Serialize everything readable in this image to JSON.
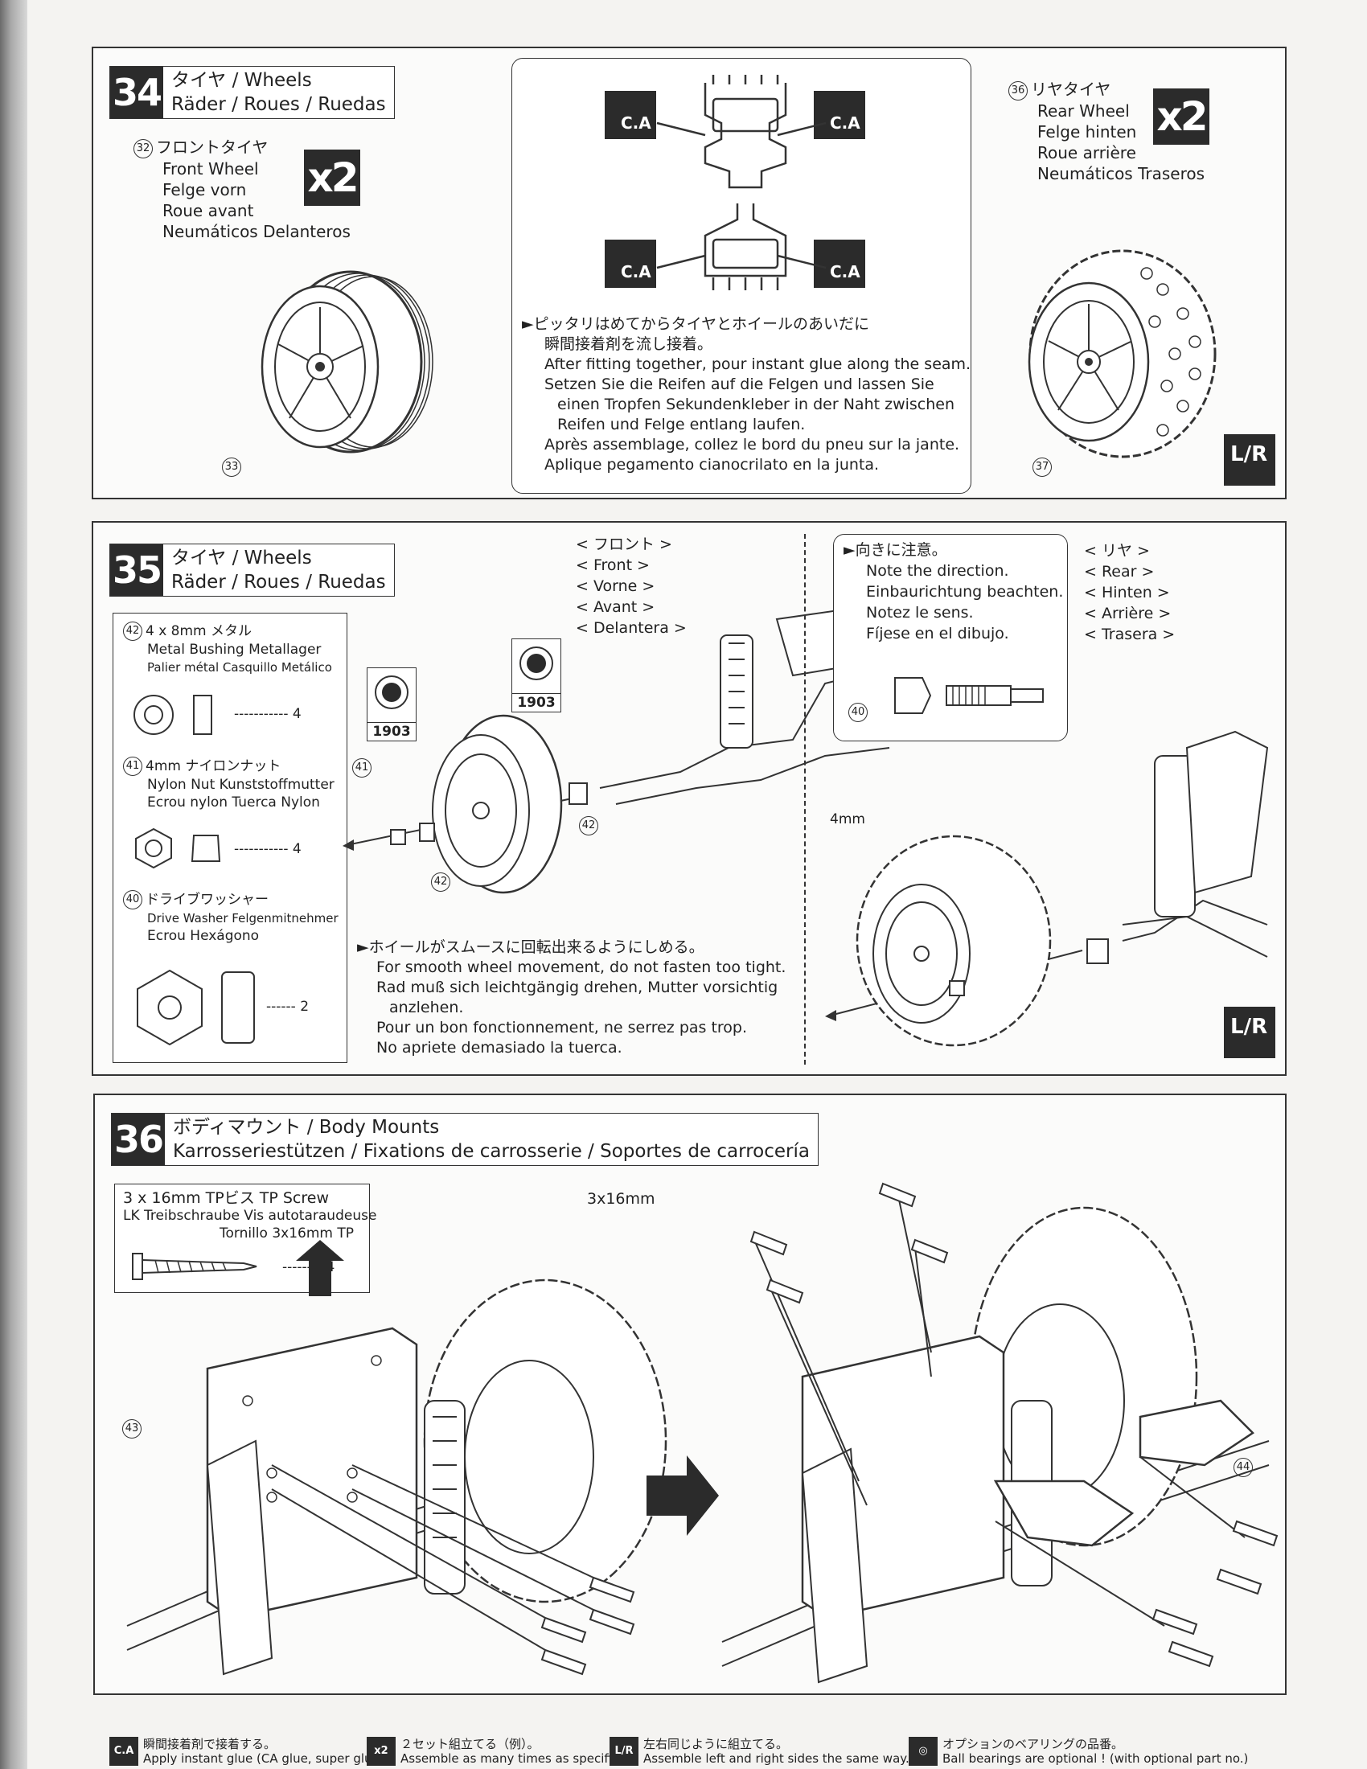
{
  "step34": {
    "num": "34",
    "title_line1": "タイヤ / Wheels",
    "title_line2": "Räder / Roues / Ruedas",
    "front": {
      "ref": "32",
      "lines": [
        "フロントタイヤ",
        "Front Wheel",
        "Felge vorn",
        "Roue avant",
        "Neumáticos Delanteros"
      ],
      "count": "x2",
      "rim_ref": "33"
    },
    "ca_label": "C.A",
    "instruction": [
      "►ピッタリはめてからタイヤとホイールのあいだに",
      "瞬間接着剤を流し接着。",
      "After fitting together, pour instant glue along the seam.",
      "Setzen Sie die Reifen auf die Felgen und lassen Sie",
      "einen Tropfen Sekundenkleber in der Naht zwischen",
      "Reifen und Felge entlang laufen.",
      "Après assemblage, collez le bord du pneu sur la jante.",
      "Aplique pegamento cianocrilato en la junta."
    ],
    "rear": {
      "ref": "36",
      "lines": [
        "リヤタイヤ",
        "Rear Wheel",
        "Felge hinten",
        "Roue arrière",
        "Neumáticos Traseros"
      ],
      "count": "x2",
      "rim_ref": "37"
    },
    "lr": "L/R"
  },
  "step35": {
    "num": "35",
    "title_line1": "タイヤ / Wheels",
    "title_line2": "Räder / Roues / Ruedas",
    "parts": [
      {
        "ref": "42",
        "lines": [
          "4 x 8mm メタル",
          "Metal Bushing   Metallager",
          "Palier métal   Casquillo Metálico"
        ],
        "qty": "4"
      },
      {
        "ref": "41",
        "lines": [
          "4mm ナイロンナット",
          "Nylon Nut   Kunststoffmutter",
          "Ecrou nylon   Tuerca Nylon"
        ],
        "qty": "4"
      },
      {
        "ref": "40",
        "lines": [
          "ドライブワッシャー",
          "Drive Washer   Felgenmitnehmer",
          "Ecrou   Hexágono"
        ],
        "qty": "2"
      }
    ],
    "front_labels": [
      "< フロント >",
      "< Front >",
      "< Vorne >",
      "< Avant >",
      "< Delantera >"
    ],
    "rear_labels": [
      "< リヤ >",
      "< Rear >",
      "< Hinten >",
      "< Arrière >",
      "< Trasera >"
    ],
    "bearing": "1903",
    "callout_refs": {
      "nut": "41",
      "bushing_inner": "42",
      "bushing_outer": "42",
      "washer": "40"
    },
    "direction_note": [
      "►向きに注意。",
      "Note the direction.",
      "Einbaurichtung beachten.",
      "Notez le sens.",
      "Fíjese en el dibujo."
    ],
    "size_label": "4mm",
    "instruction": [
      "►ホイールがスムースに回転出来るようにしめる。",
      "For smooth wheel movement, do not fasten too tight.",
      "Rad muß sich leichtgängig drehen, Mutter vorsichtig",
      "anzlehen.",
      "Pour un bon fonctionnement, ne serrez pas trop.",
      "No apriete demasiado la tuerca."
    ],
    "lr": "L/R"
  },
  "step36": {
    "num": "36",
    "title_line1": "ボディマウント / Body Mounts",
    "title_line2": "Karrosseriestützen / Fixations de carrosserie / Soportes de carrocería",
    "part": {
      "lines": [
        "3 x 16mm TPビス   TP Screw",
        "LK Treibschraube  Vis autotaraudeuse",
        "Tornillo 3x16mm TP"
      ],
      "qty": "4"
    },
    "size_label": "3x16mm",
    "refs": {
      "left": "43",
      "right": "44"
    }
  },
  "legend": [
    {
      "icon": "C.A",
      "jp": "瞬間接着剤で接着する。",
      "en": "Apply instant glue (CA glue, super glue)."
    },
    {
      "icon": "x2",
      "jp": "２セット組立てる（例）。",
      "en": "Assemble as many times as specified."
    },
    {
      "icon": "L/R",
      "jp": "左右同じように組立てる。",
      "en": "Assemble left and right sides the same way."
    },
    {
      "icon": "◎",
      "jp": "オプションのベアリングの品番。",
      "en": "Ball bearings are optional ! (with optional part no.)"
    }
  ]
}
